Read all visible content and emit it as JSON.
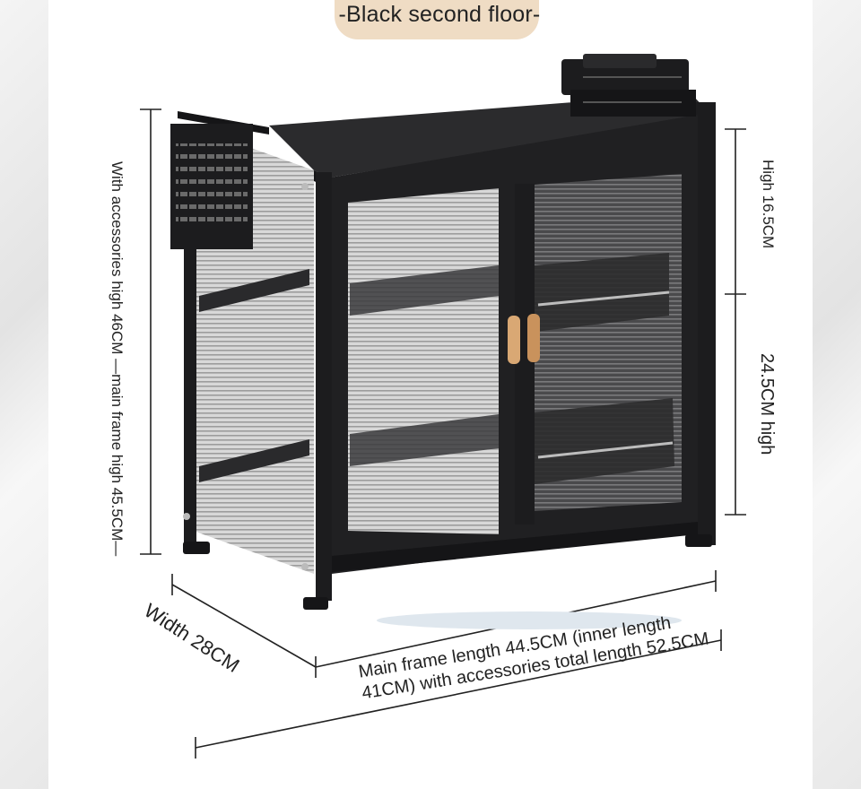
{
  "title": "-Black second floor-",
  "dimensions": {
    "left_height": "With accessories high 46CM —main frame high 45.5CM—",
    "right_top": "High 16.5CM",
    "right_bottom": "24.5CM high",
    "width": "Width 28CM",
    "length": "Main frame length 44.5CM (inner length 41CM) with accessories total length 52.5CM"
  },
  "colors": {
    "accent_pill": "#efdcc4",
    "frame": "#1c1c1e",
    "handle": "#d9a874"
  }
}
